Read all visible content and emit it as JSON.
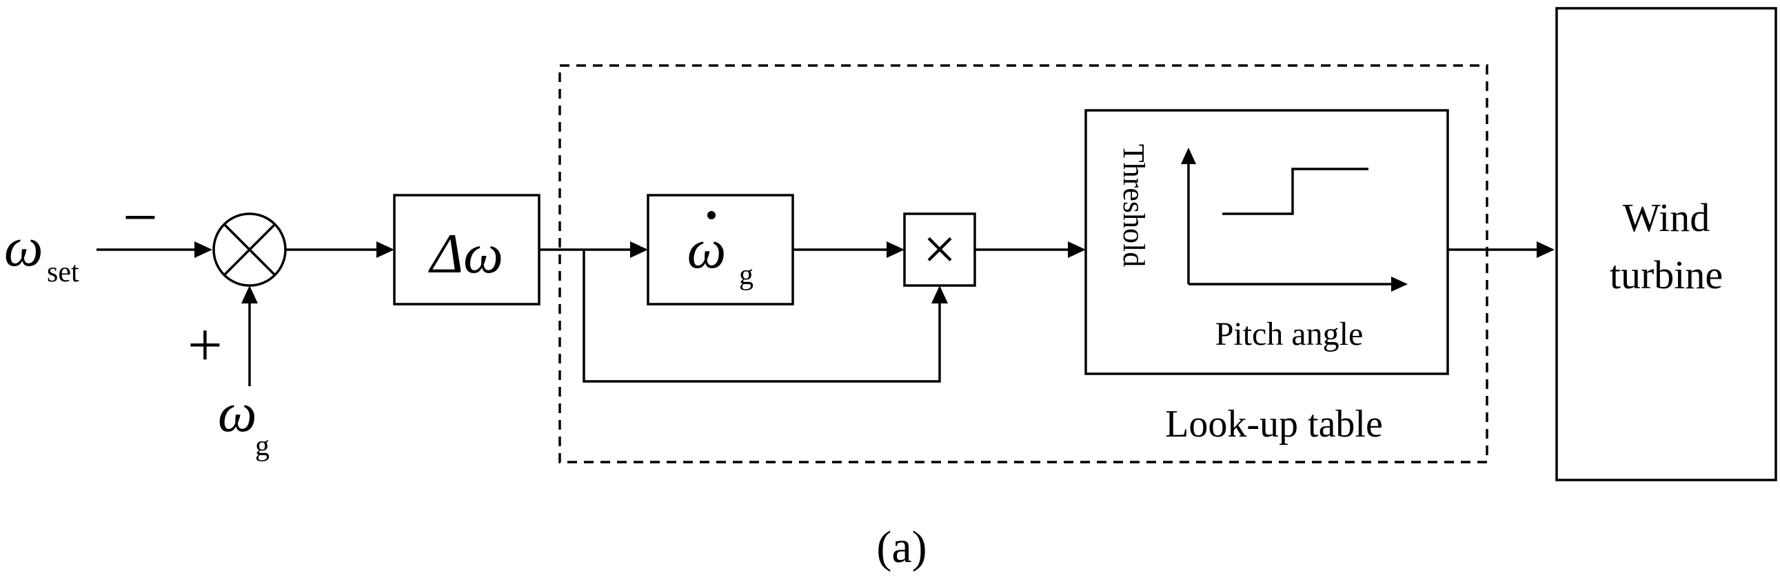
{
  "inputs": {
    "setpoint_symbol": "ω",
    "setpoint_subscript": "set",
    "setpoint_sign": "−",
    "feedback_symbol": "ω",
    "feedback_subscript": "g",
    "feedback_sign": "+"
  },
  "blocks": {
    "delta_omega": "Δω",
    "omega_dot_symbol": "ω",
    "omega_dot_subscript": "g",
    "multiplier": "×",
    "lookup_ylabel": "Threshold",
    "lookup_xlabel": "Pitch angle",
    "lookup_caption": "Look-up table",
    "wind_turbine_line1": "Wind",
    "wind_turbine_line2": "turbine"
  },
  "caption": "(a)"
}
